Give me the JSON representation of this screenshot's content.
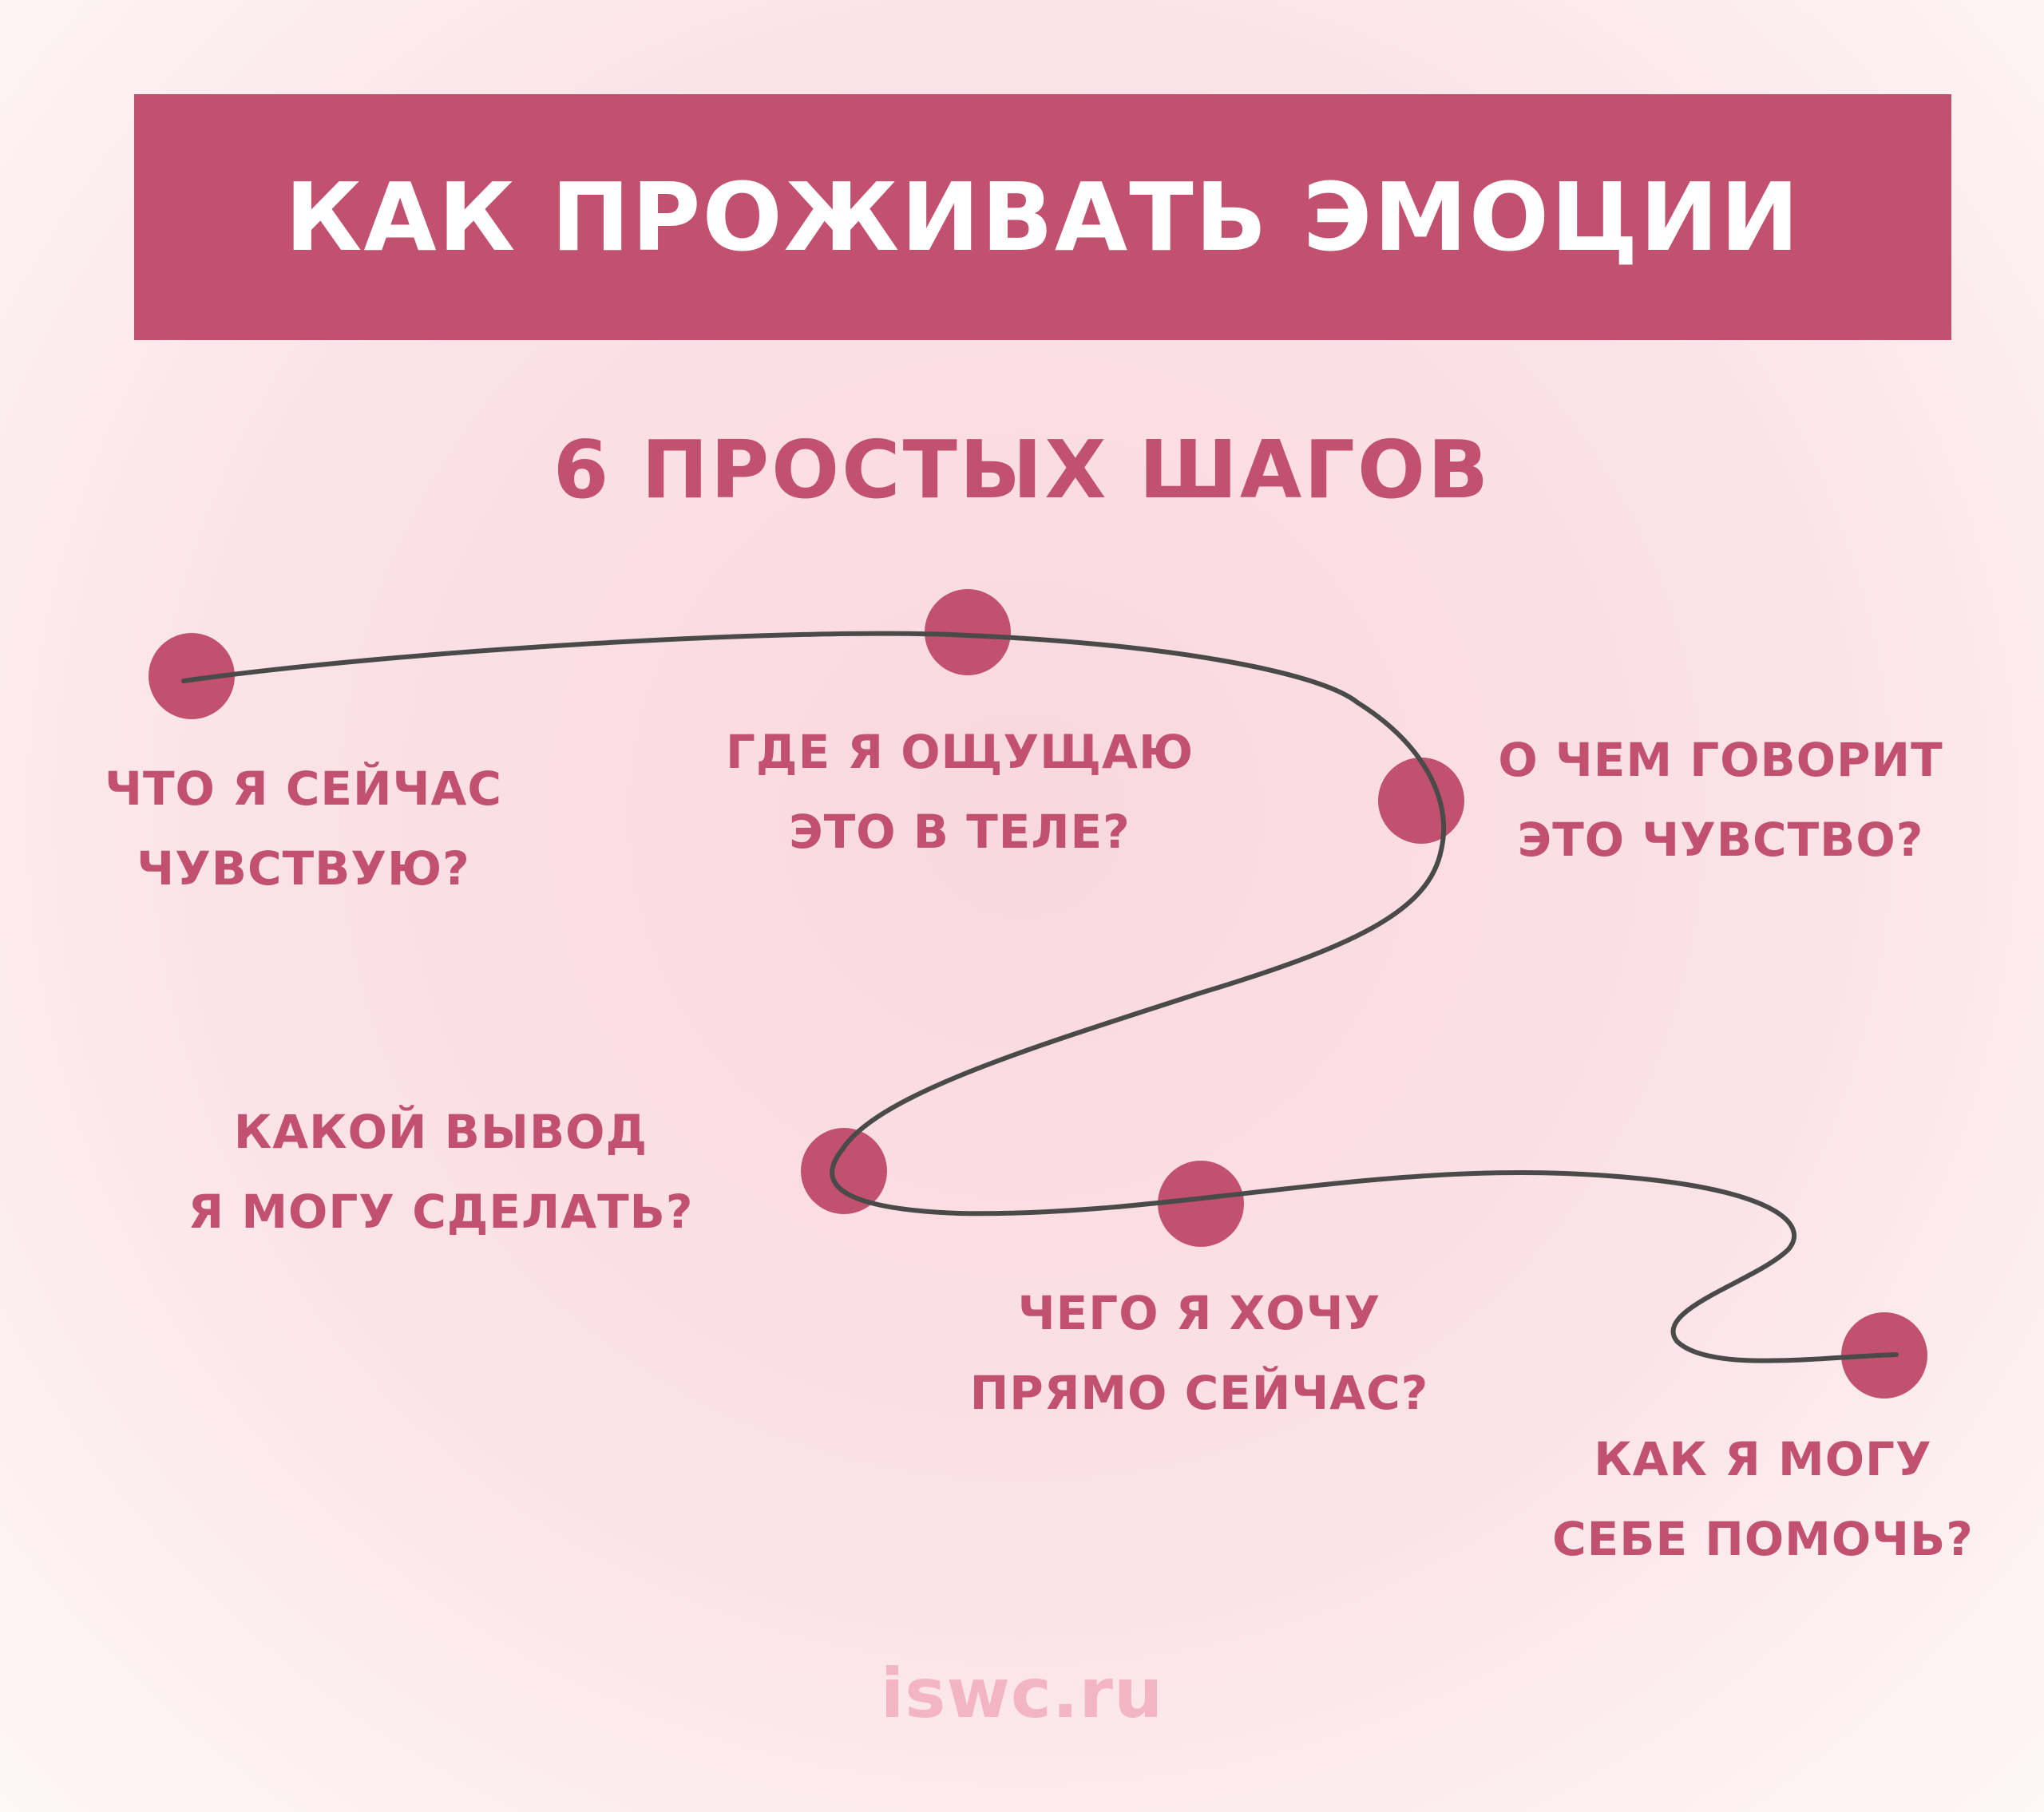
{
  "title": "КАК ПРОЖИВАТЬ ЭМОЦИИ",
  "subtitle": "6 ПРОСТЫХ ШАГОВ",
  "steps": [
    {
      "line1": "ЧТО Я СЕЙЧАС",
      "line2": "ЧУВСТВУЮ?"
    },
    {
      "line1": "ГДЕ Я ОЩУЩАЮ",
      "line2": "ЭТО В ТЕЛЕ?"
    },
    {
      "line1": "О ЧЕМ ГОВОРИТ",
      "line2": "ЭТО ЧУВСТВО?"
    },
    {
      "line1": "КАКОЙ ВЫВОД",
      "line2": "Я МОГУ СДЕЛАТЬ?"
    },
    {
      "line1": "ЧЕГО Я ХОЧУ",
      "line2": "ПРЯМО СЕЙЧАС?"
    },
    {
      "line1": "КАК Я МОГУ",
      "line2": "СЕБЕ ПОМОЧЬ?"
    }
  ],
  "footer": "iswc.ru",
  "colors": {
    "accent": "#c1516f",
    "path": "#4a4a4a",
    "footer": "#f3b5c4"
  }
}
